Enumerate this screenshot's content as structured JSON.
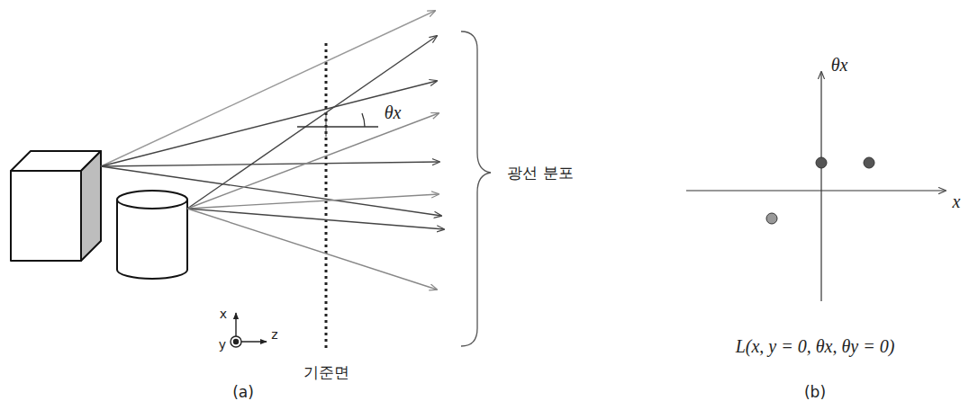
{
  "diagram": {
    "labels": [
      "θx",
      "광선 분포",
      "x",
      "y",
      "z",
      "기준면",
      "(a)",
      "θx",
      "x",
      "L(x, y = 0, θx, θy = 0)",
      "(b)"
    ]
  }
}
